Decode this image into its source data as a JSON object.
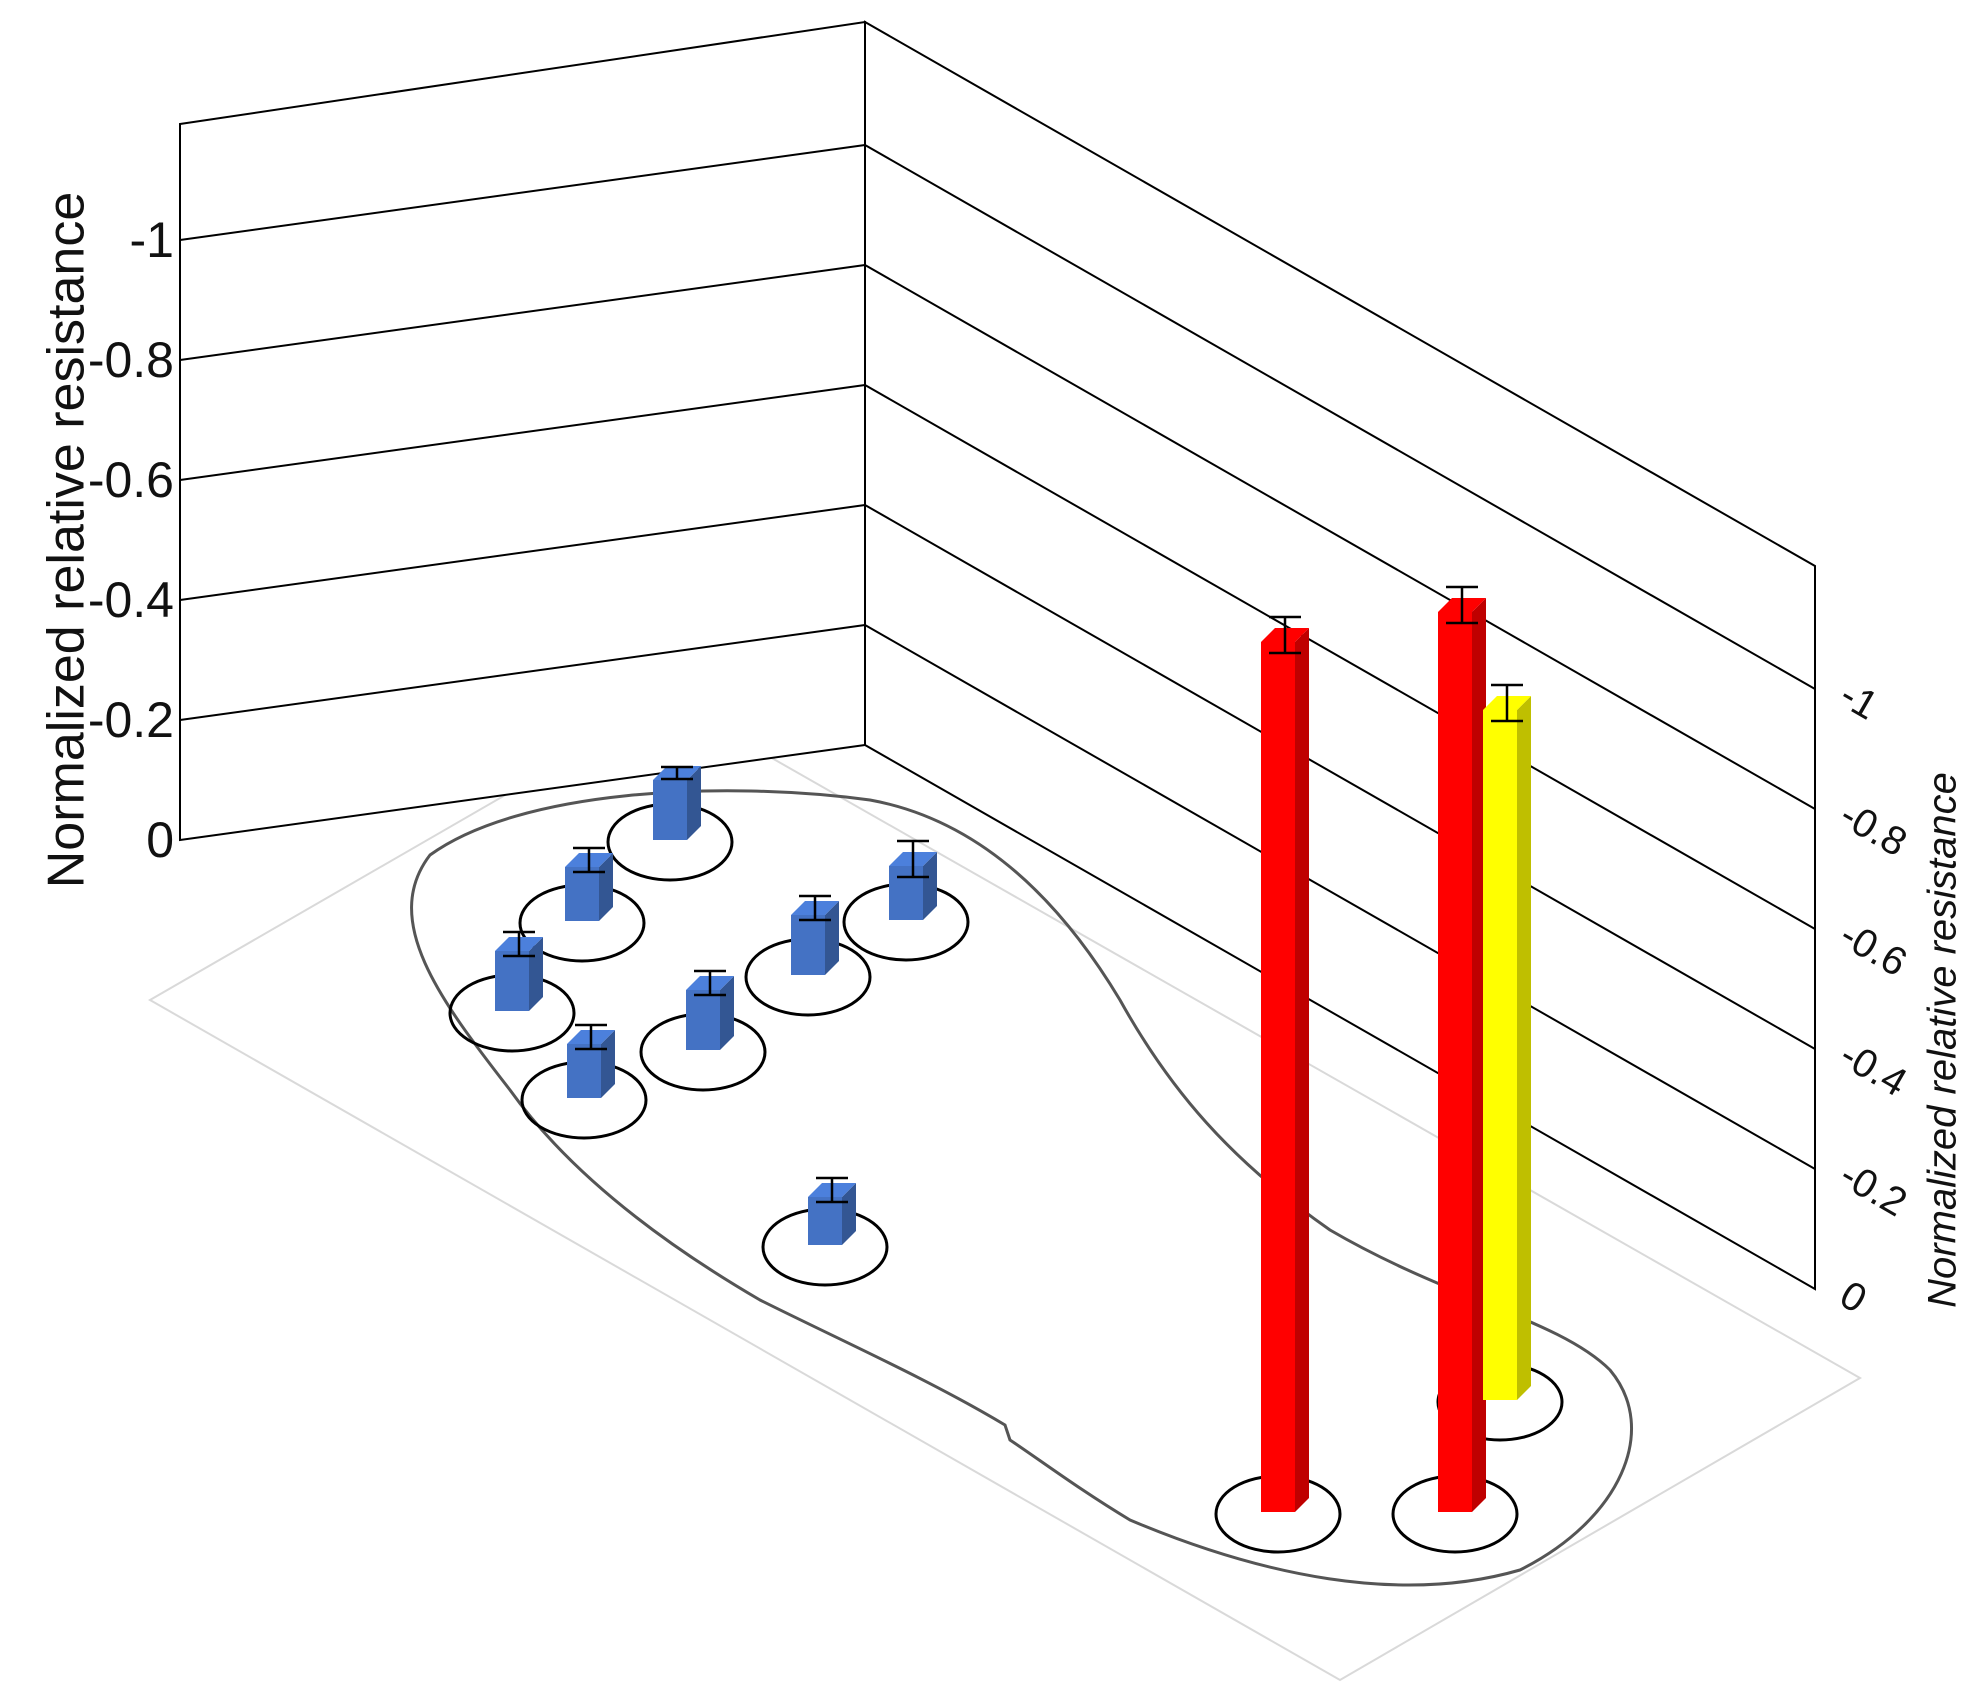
{
  "chart_data": {
    "type": "bar",
    "chart_style": "3d-bars-on-foot-insole",
    "ylabel_left": "Normalized relative resistance",
    "ylabel_right": "Normalized relative resistance",
    "ylim": [
      0,
      -1.2
    ],
    "ticks_left": [
      "0",
      "-0.2",
      "-0.4",
      "-0.6",
      "-0.8",
      "-1"
    ],
    "ticks_right": [
      "0",
      "-0.2",
      "-0.4",
      "-0.6",
      "-0.8",
      "-1"
    ],
    "grid": true,
    "series": [
      {
        "color": "#4472c4",
        "points": [
          {
            "y": -0.1,
            "err": 0.01
          },
          {
            "y": -0.09,
            "err": 0.02
          },
          {
            "y": -0.1,
            "err": 0.02
          },
          {
            "y": -0.09,
            "err": 0.02
          },
          {
            "y": -0.1,
            "err": 0.02
          },
          {
            "y": -0.1,
            "err": 0.02
          },
          {
            "y": -0.09,
            "err": 0.03
          },
          {
            "y": -0.08,
            "err": 0.02
          }
        ]
      },
      {
        "color": "#ff0000",
        "points": [
          {
            "y": -1.45,
            "err": 0.03
          },
          {
            "y": -1.5,
            "err": 0.03
          }
        ]
      },
      {
        "color": "#ffff00",
        "points": [
          {
            "y": -1.15,
            "err": 0.03
          }
        ]
      }
    ]
  }
}
